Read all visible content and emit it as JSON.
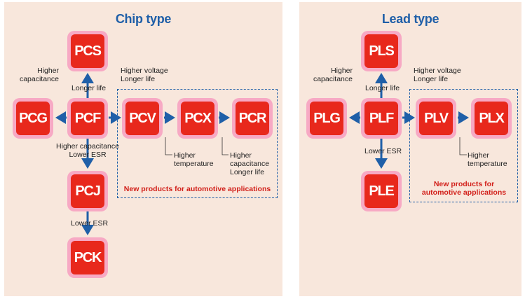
{
  "colors": {
    "panel_bg": "#f8e7dc",
    "title": "#1f5fa8",
    "box_outer": "#f7a9c4",
    "box_inner": "#e8281c",
    "arrow": "#1f5fa8",
    "note": "#d2201a"
  },
  "chip": {
    "title": "Chip type",
    "boxes": {
      "pcs": "PCS",
      "pcg": "PCG",
      "pcf": "PCF",
      "pcv": "PCV",
      "pcx": "PCX",
      "pcr": "PCR",
      "pcj": "PCJ",
      "pck": "PCK"
    },
    "labels": {
      "higher_capacitance": "Higher\ncapacitance",
      "longer_life": "Longer life",
      "higher_voltage": "Higher voltage\nLonger life",
      "higher_cap_lower_esr": "Higher capacitance\nLower ESR",
      "lower_esr": "Lower ESR",
      "pcv_note": "Higher\ntemperature",
      "pcx_note": "Higher\ncapacitance\nLonger life"
    },
    "automotive_note": "New products for automotive applications"
  },
  "lead": {
    "title": "Lead type",
    "boxes": {
      "pls": "PLS",
      "plg": "PLG",
      "plf": "PLF",
      "plv": "PLV",
      "plx": "PLX",
      "ple": "PLE"
    },
    "labels": {
      "higher_capacitance": "Higher\ncapacitance",
      "longer_life": "Longer life",
      "higher_voltage": "Higher voltage\nLonger life",
      "lower_esr": "Lower ESR",
      "plv_note": "Higher\ntemperature"
    },
    "automotive_note": "New products for\nautomotive applications"
  }
}
